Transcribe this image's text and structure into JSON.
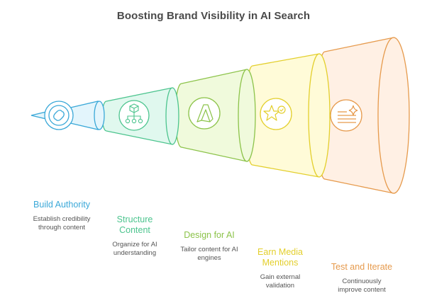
{
  "title": "Boosting Brand Visibility in AI Search",
  "stages": [
    {
      "id": "build-authority",
      "icon": "link-infinity-icon",
      "title": "Build Authority",
      "description": [
        "Establish credibility",
        "through content"
      ],
      "stroke": "#3aa8d8",
      "fill": "#e3f5fc",
      "text_color": "#3aa8d8"
    },
    {
      "id": "structure-content",
      "icon": "cube-hierarchy-icon",
      "title": [
        "Structure",
        "Content"
      ],
      "description": [
        "Organize for AI",
        "understanding"
      ],
      "stroke": "#4cc48e",
      "fill": "#e0f8ee",
      "text_color": "#4cc48e"
    },
    {
      "id": "design-for-ai",
      "icon": "letter-a-logo-icon",
      "title": "Design for AI",
      "description": [
        "Tailor content for AI",
        "engines"
      ],
      "stroke": "#8cc34a",
      "fill": "#f0fadc",
      "text_color": "#8cc34a"
    },
    {
      "id": "earn-media-mentions",
      "icon": "star-check-icon",
      "title": [
        "Earn Media",
        "Mentions"
      ],
      "description": [
        "Gain external",
        "validation"
      ],
      "stroke": "#e3cf2c",
      "fill": "#fffbd8",
      "text_color": "#e3cf2c"
    },
    {
      "id": "test-and-iterate",
      "icon": "document-sparkle-icon",
      "title": "Test and Iterate",
      "description": [
        "Continuously",
        "improve content"
      ],
      "stroke": "#e69a4c",
      "fill": "#fff0e4",
      "text_color": "#e69a4c"
    }
  ]
}
